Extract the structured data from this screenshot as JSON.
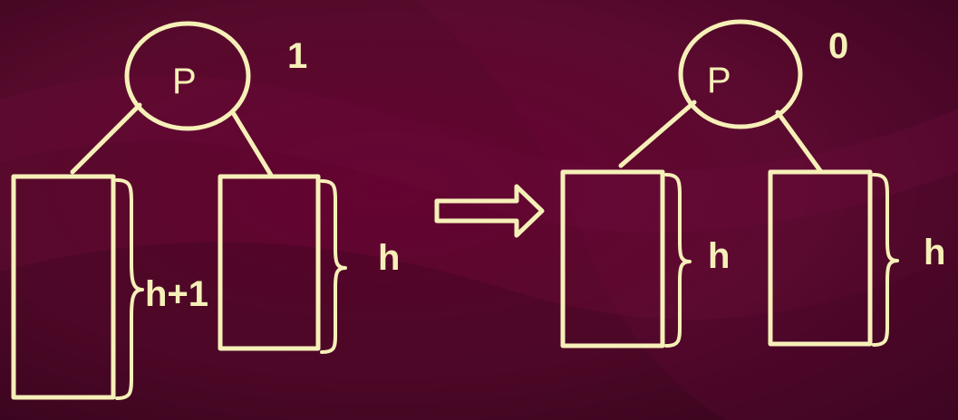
{
  "colors": {
    "background": "#4a0a25",
    "stroke": "#f6f0b8"
  },
  "before": {
    "root_label": "P",
    "balance": "1",
    "left_subtree_height": "h+1",
    "right_subtree_height": "h"
  },
  "after": {
    "root_label": "P",
    "balance": "0",
    "left_subtree_height": "h",
    "right_subtree_height": "h"
  },
  "transition_icon": "right-arrow-icon"
}
